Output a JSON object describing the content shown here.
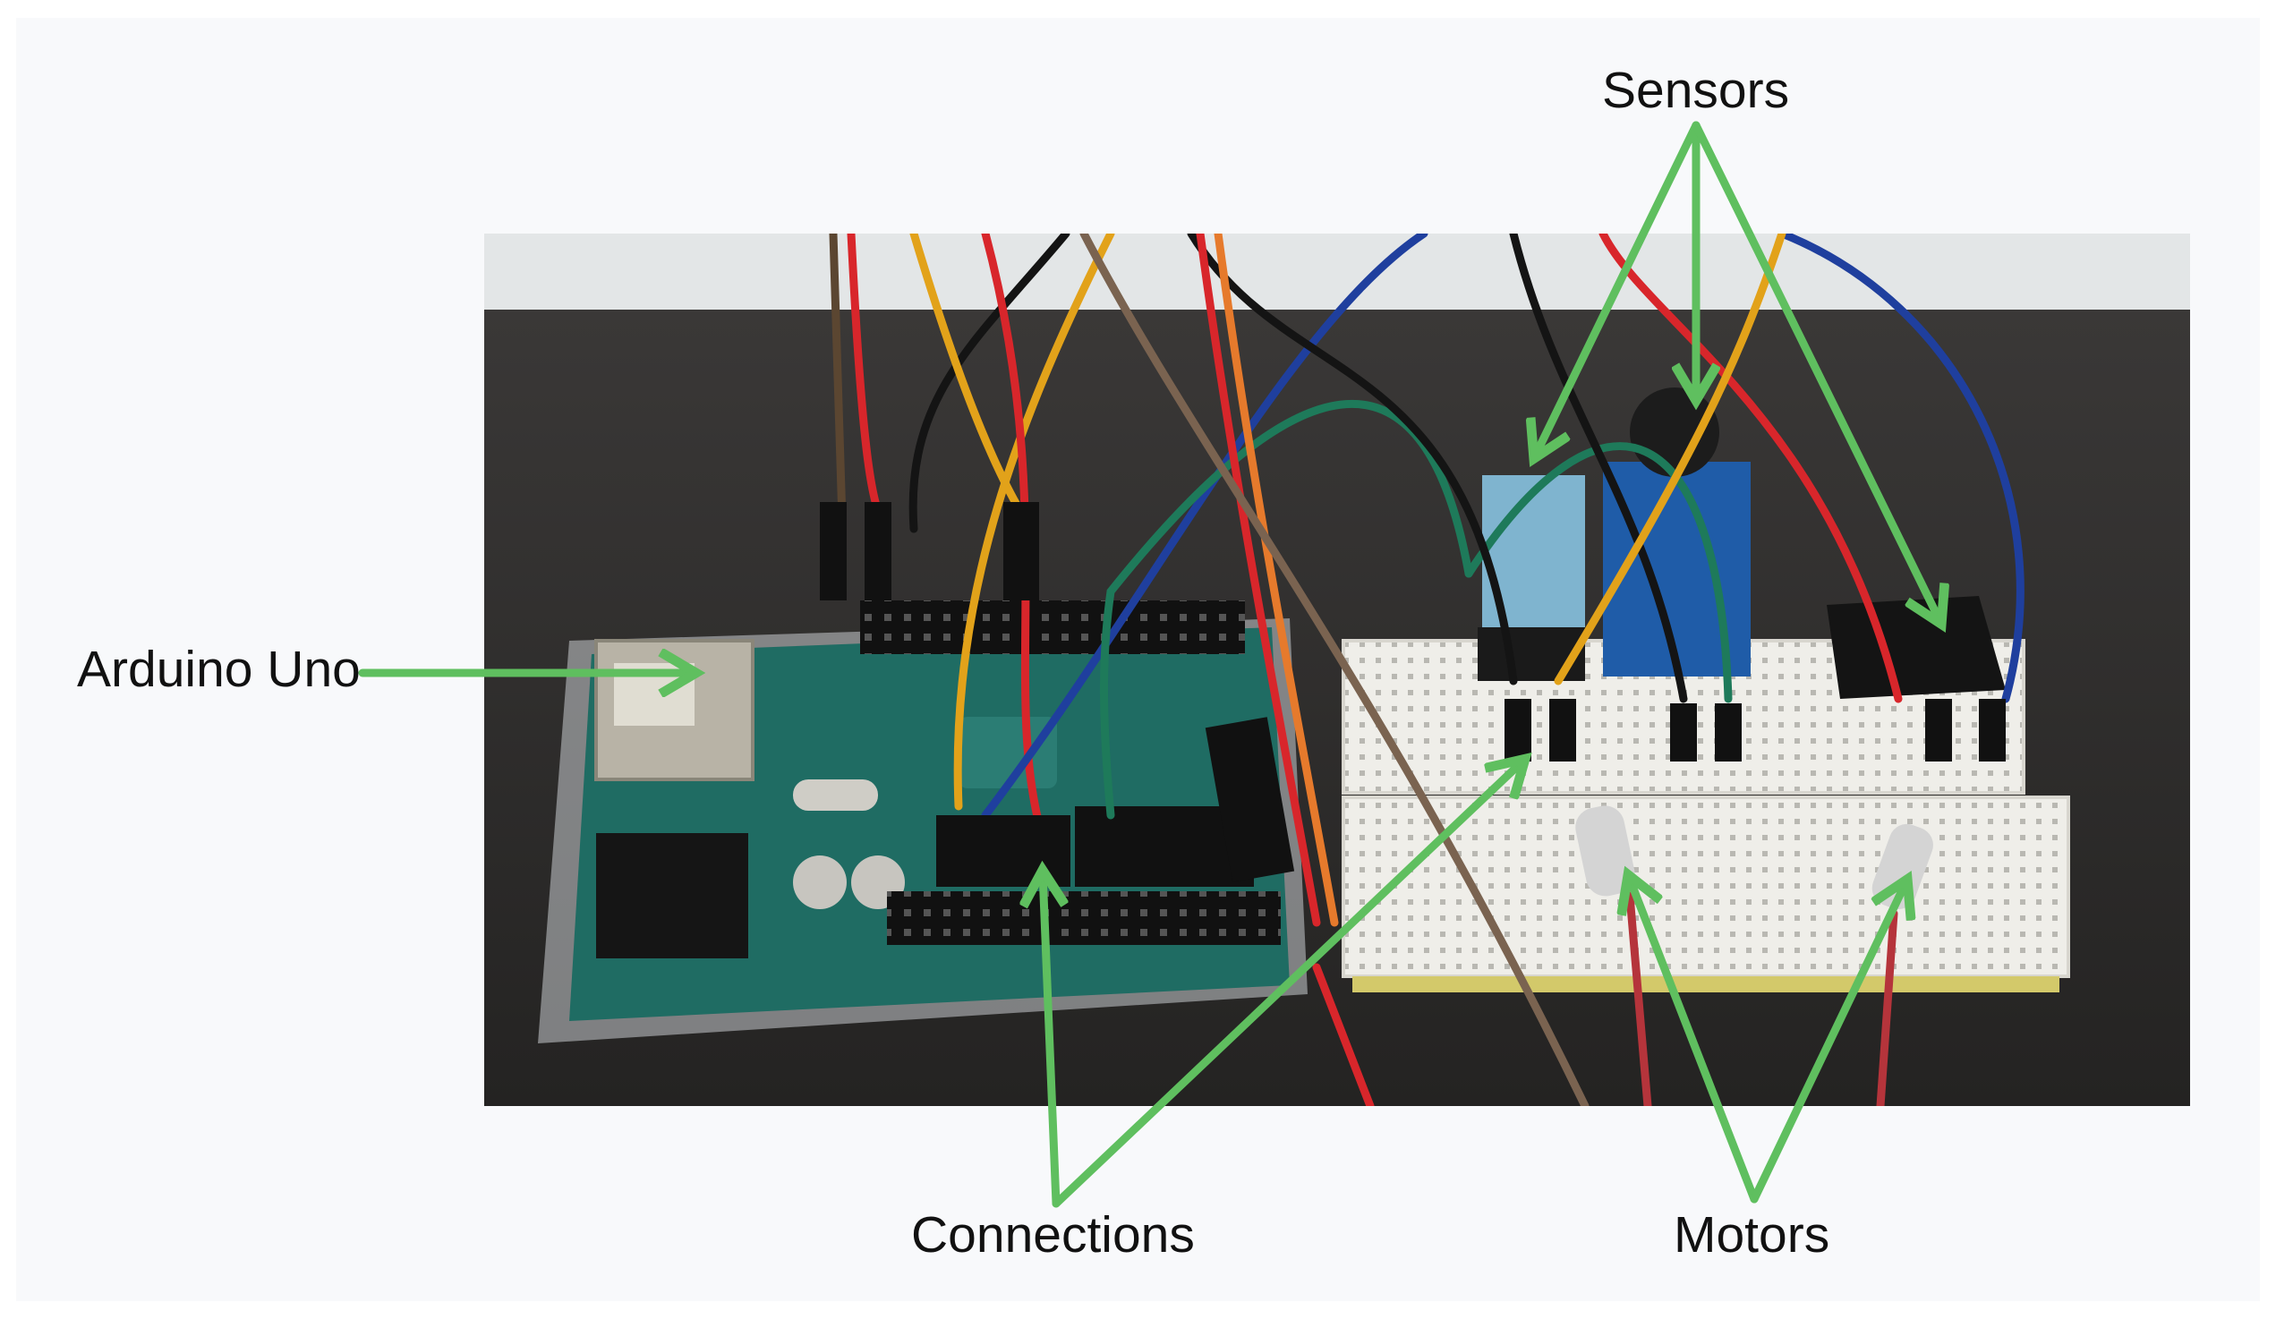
{
  "labels": {
    "arduino": "Arduino Uno",
    "sensors": "Sensors",
    "connections": "Connections",
    "motors": "Motors"
  },
  "colors": {
    "arrow": "#5fbf5f",
    "background": "#f8f9fb",
    "table": "#2f2d2c",
    "wall": "#e4e7e8",
    "board": "#1d6a62",
    "breadboard": "#ecebe6"
  }
}
